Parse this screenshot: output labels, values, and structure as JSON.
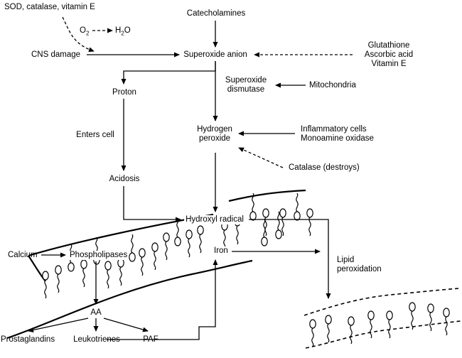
{
  "diagram": {
    "sod_text": "SOD, catalase, vitamin E",
    "o2_text": "O",
    "o2_sub": "2",
    "h2o_text_h": "H",
    "h2o_sub": "2",
    "h2o_text_o": "O",
    "cns": "CNS damage",
    "catecholamines": "Catecholamines",
    "superoxide_anion": "Superoxide anion",
    "glutathione_lines": [
      "Glutathione",
      "Ascorbic acid",
      "Vitamin E"
    ],
    "proton": "Proton",
    "sod_enzyme_lines": [
      "Superoxide",
      "dismutase"
    ],
    "mitochondria": "Mitochondria",
    "enters_cell": "Enters cell",
    "hydrogen_peroxide_lines": [
      "Hydrogen",
      "peroxide"
    ],
    "inflammatory_lines": [
      "Inflammatory cells",
      "Monoamine oxidase"
    ],
    "catalase_destroys": "Catalase (destroys)",
    "acidosis": "Acidosis",
    "hydroxyl_radical": "Hydroxyl radical",
    "calcium": "Calcium",
    "phospholipases": "Phospholipases",
    "iron": "Iron",
    "lipid_peroxidation_lines": [
      "Lipid",
      "peroxidation"
    ],
    "aa": "AA",
    "prostaglandins": "Prostaglandins",
    "leukotrienes": "Leukotrienes",
    "paf": "PAF"
  }
}
